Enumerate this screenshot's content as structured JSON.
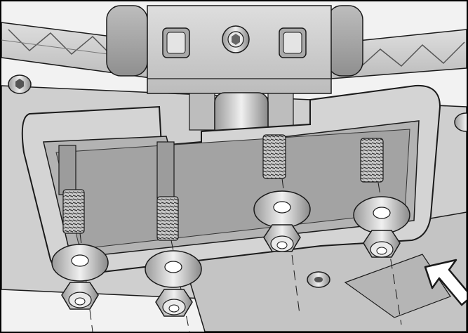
{
  "figure": {
    "kind": "cad-assembly-illustration",
    "background_color": "#f2f2f2",
    "border_color": "#000000",
    "part_colors": {
      "body_light": "#d9d9d9",
      "body_mid": "#bfbfbf",
      "body_dark": "#8c8c8c",
      "edge_line": "#1a1a1a",
      "metal": "#e6e6e6"
    },
    "annotations": {
      "assembly_direction_arrow": "large-outline-arrow-icon",
      "axis_lines": "dash-line"
    },
    "components": [
      "hinge-block",
      "rectangular-bracket-frame",
      "threaded-stud",
      "flat-washer",
      "hex-nut",
      "socket-head-screw",
      "truss-rail"
    ]
  }
}
